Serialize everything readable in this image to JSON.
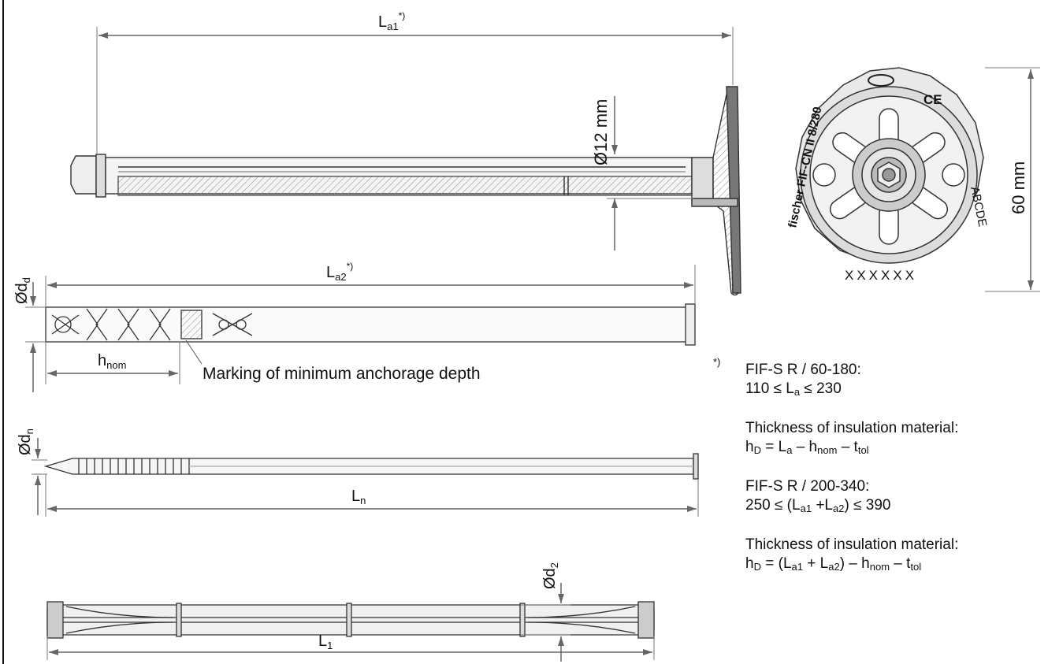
{
  "labels": {
    "la1": "L",
    "la1_sub": "a1",
    "la1_sup": "*)",
    "diameter_12": "Ø12 mm",
    "dim_60": "60 mm",
    "la2": "L",
    "la2_sub": "a2",
    "la2_sup": "*)",
    "dd": "Ød",
    "dd_sub": "d",
    "hnom": "h",
    "hnom_sub": "nom",
    "marking": "Marking of minimum anchorage depth",
    "dn": "Ød",
    "dn_sub": "n",
    "ln": "L",
    "ln_sub": "n",
    "d2": "Ød",
    "d2_sub": "2",
    "l1": "L",
    "l1_sub": "1",
    "plate_brand": "fischer FIF-CN II 8/280",
    "plate_code": "ABCDE",
    "plate_x": "XXXXXX"
  },
  "notes": {
    "marker": "*)",
    "line1": "FIF-S R / 60-180:",
    "line2": "110 ≤ L",
    "line2_sub": "a",
    "line2_tail": " ≤ 230",
    "line3": "Thickness of insulation material:",
    "line4_a": "h",
    "line4_a_sub": "D",
    "line4_b": " = L",
    "line4_b_sub": "a",
    "line4_c": " – h",
    "line4_c_sub": "nom",
    "line4_d": " – t",
    "line4_d_sub": "tol",
    "line5": "FIF-S R / 200-340:",
    "line6_a": "250 ≤ (L",
    "line6_a_sub": "a1",
    "line6_b": " +L",
    "line6_b_sub": "a2",
    "line6_c": ") ≤ 390",
    "line7": "Thickness of insulation material:",
    "line8_a": "h",
    "line8_a_sub": "D",
    "line8_b": " = (L",
    "line8_b_sub": "a1",
    "line8_c": " + L",
    "line8_c_sub": "a2",
    "line8_d": ") – h",
    "line8_d_sub": "nom",
    "line8_e": " – t",
    "line8_e_sub": "tol"
  }
}
